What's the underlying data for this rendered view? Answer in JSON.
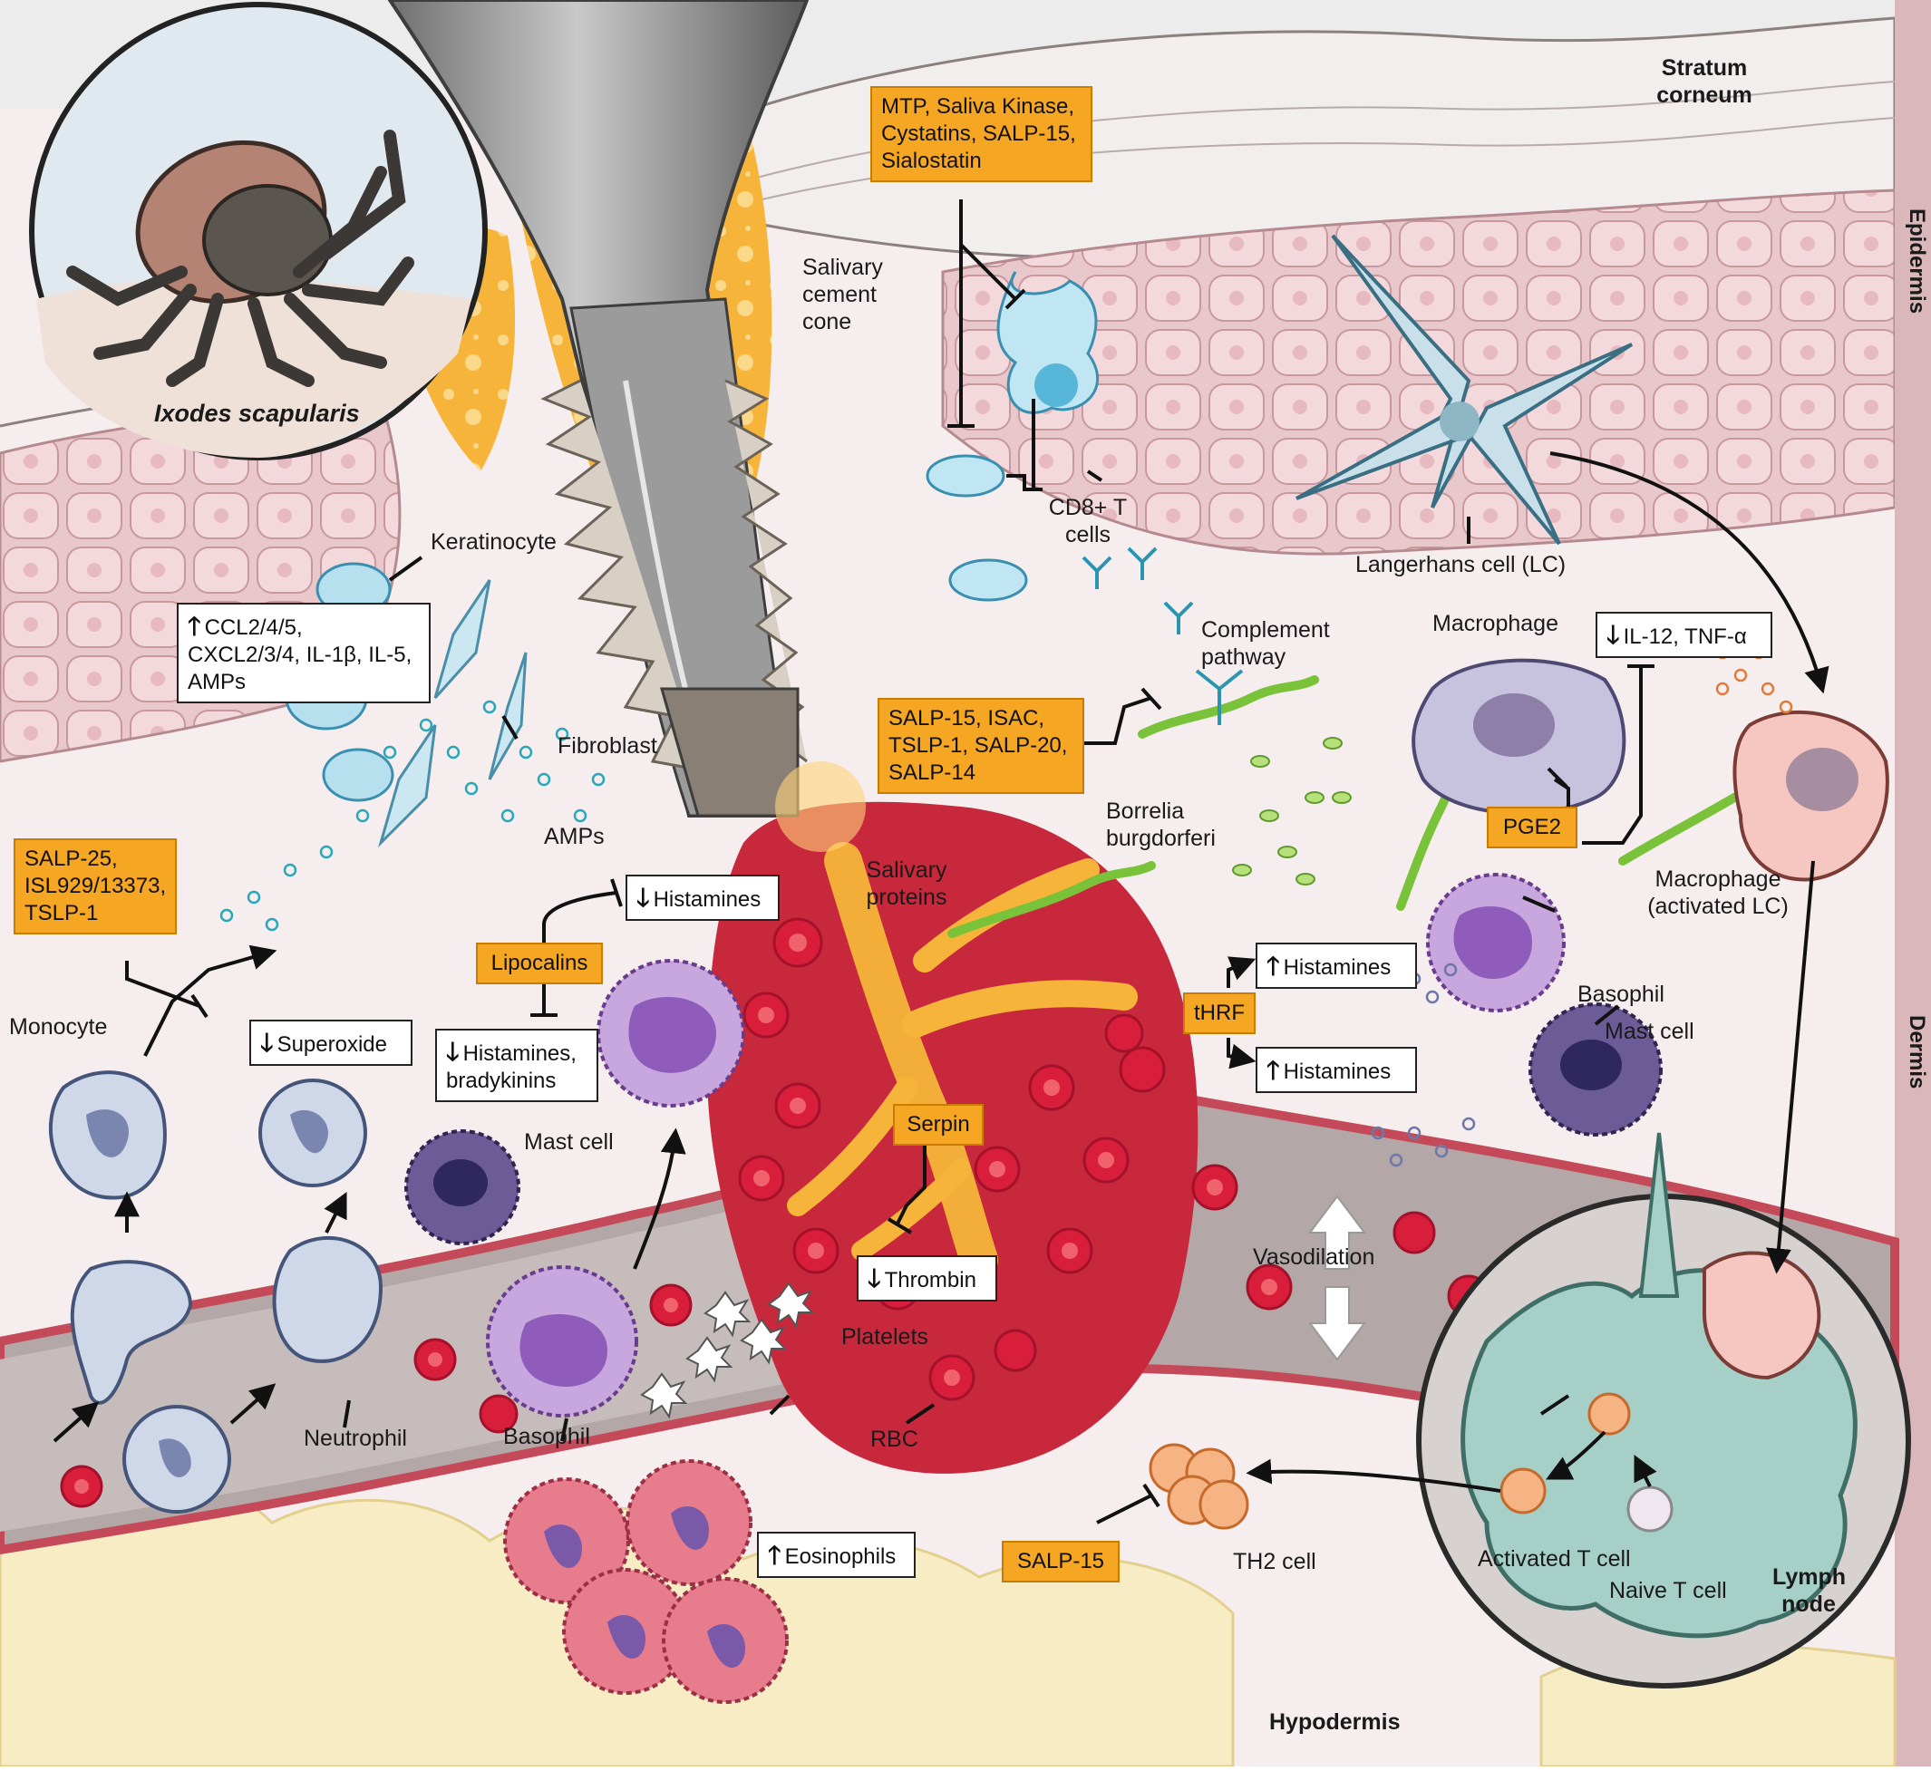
{
  "layers": {
    "stratum_corneum": "Stratum corneum",
    "epidermis": "Epidermis",
    "dermis": "Dermis",
    "hypodermis": "Hypodermis",
    "lymph_node": "Lymph node"
  },
  "inset": {
    "species": "Ixodes scapularis"
  },
  "labels": {
    "salivary_cement_cone": "Salivary cement cone",
    "cd8_t_cells": "CD8+ T cells",
    "langerhans": "Langerhans cell (LC)",
    "keratinocyte": "Keratinocyte",
    "fibroblast": "Fibroblast",
    "amps": "AMPs",
    "complement": "Complement pathway",
    "macrophage_top": "Macrophage",
    "borrelia": "Borrelia burgdorferi",
    "macrophage_activated": "Macrophage (activated LC)",
    "salivary_proteins": "Salivary proteins",
    "monocyte": "Monocyte",
    "mast_cell_left": "Mast cell",
    "basophil_right": "Basophil",
    "mast_cell_right": "Mast cell",
    "vasodilation": "Vasodilation",
    "platelets": "Platelets",
    "neutrophil": "Neutrophil",
    "basophil_bottom": "Basophil",
    "rbc": "RBC",
    "th2_cell": "TH2 cell",
    "activated_t_cell": "Activated T cell",
    "naive_t_cell": "Naive T cell"
  },
  "orange_boxes": {
    "mtp": "MTP, Saliva Kinase, Cystatins, SALP-15, Sialostatin",
    "salp15_isac": "SALP-15, ISAC, TSLP-1, SALP-20, SALP-14",
    "salp25": "SALP-25, ISL929/13373, TSLP-1",
    "lipocalins": "Lipocalins",
    "thrf": "tHRF",
    "serpin": "Serpin",
    "pge2": "PGE2",
    "salp15_bottom": "SALP-15"
  },
  "white_boxes": {
    "ccl": "CCL2/4/5, CXCL2/3/4, IL-1β, IL-5, AMPs",
    "il12": "IL-12, TNF-α",
    "histamines_top": "Histamines",
    "histamines_brady": "Histamines, bradykinins",
    "superoxide": "Superoxide",
    "histamines_r1": "Histamines",
    "histamines_r2": "Histamines",
    "thrombin": "Thrombin",
    "eosinophils": "Eosinophils"
  },
  "glyphs": {
    "up": "🡑",
    "down": "🡓"
  }
}
